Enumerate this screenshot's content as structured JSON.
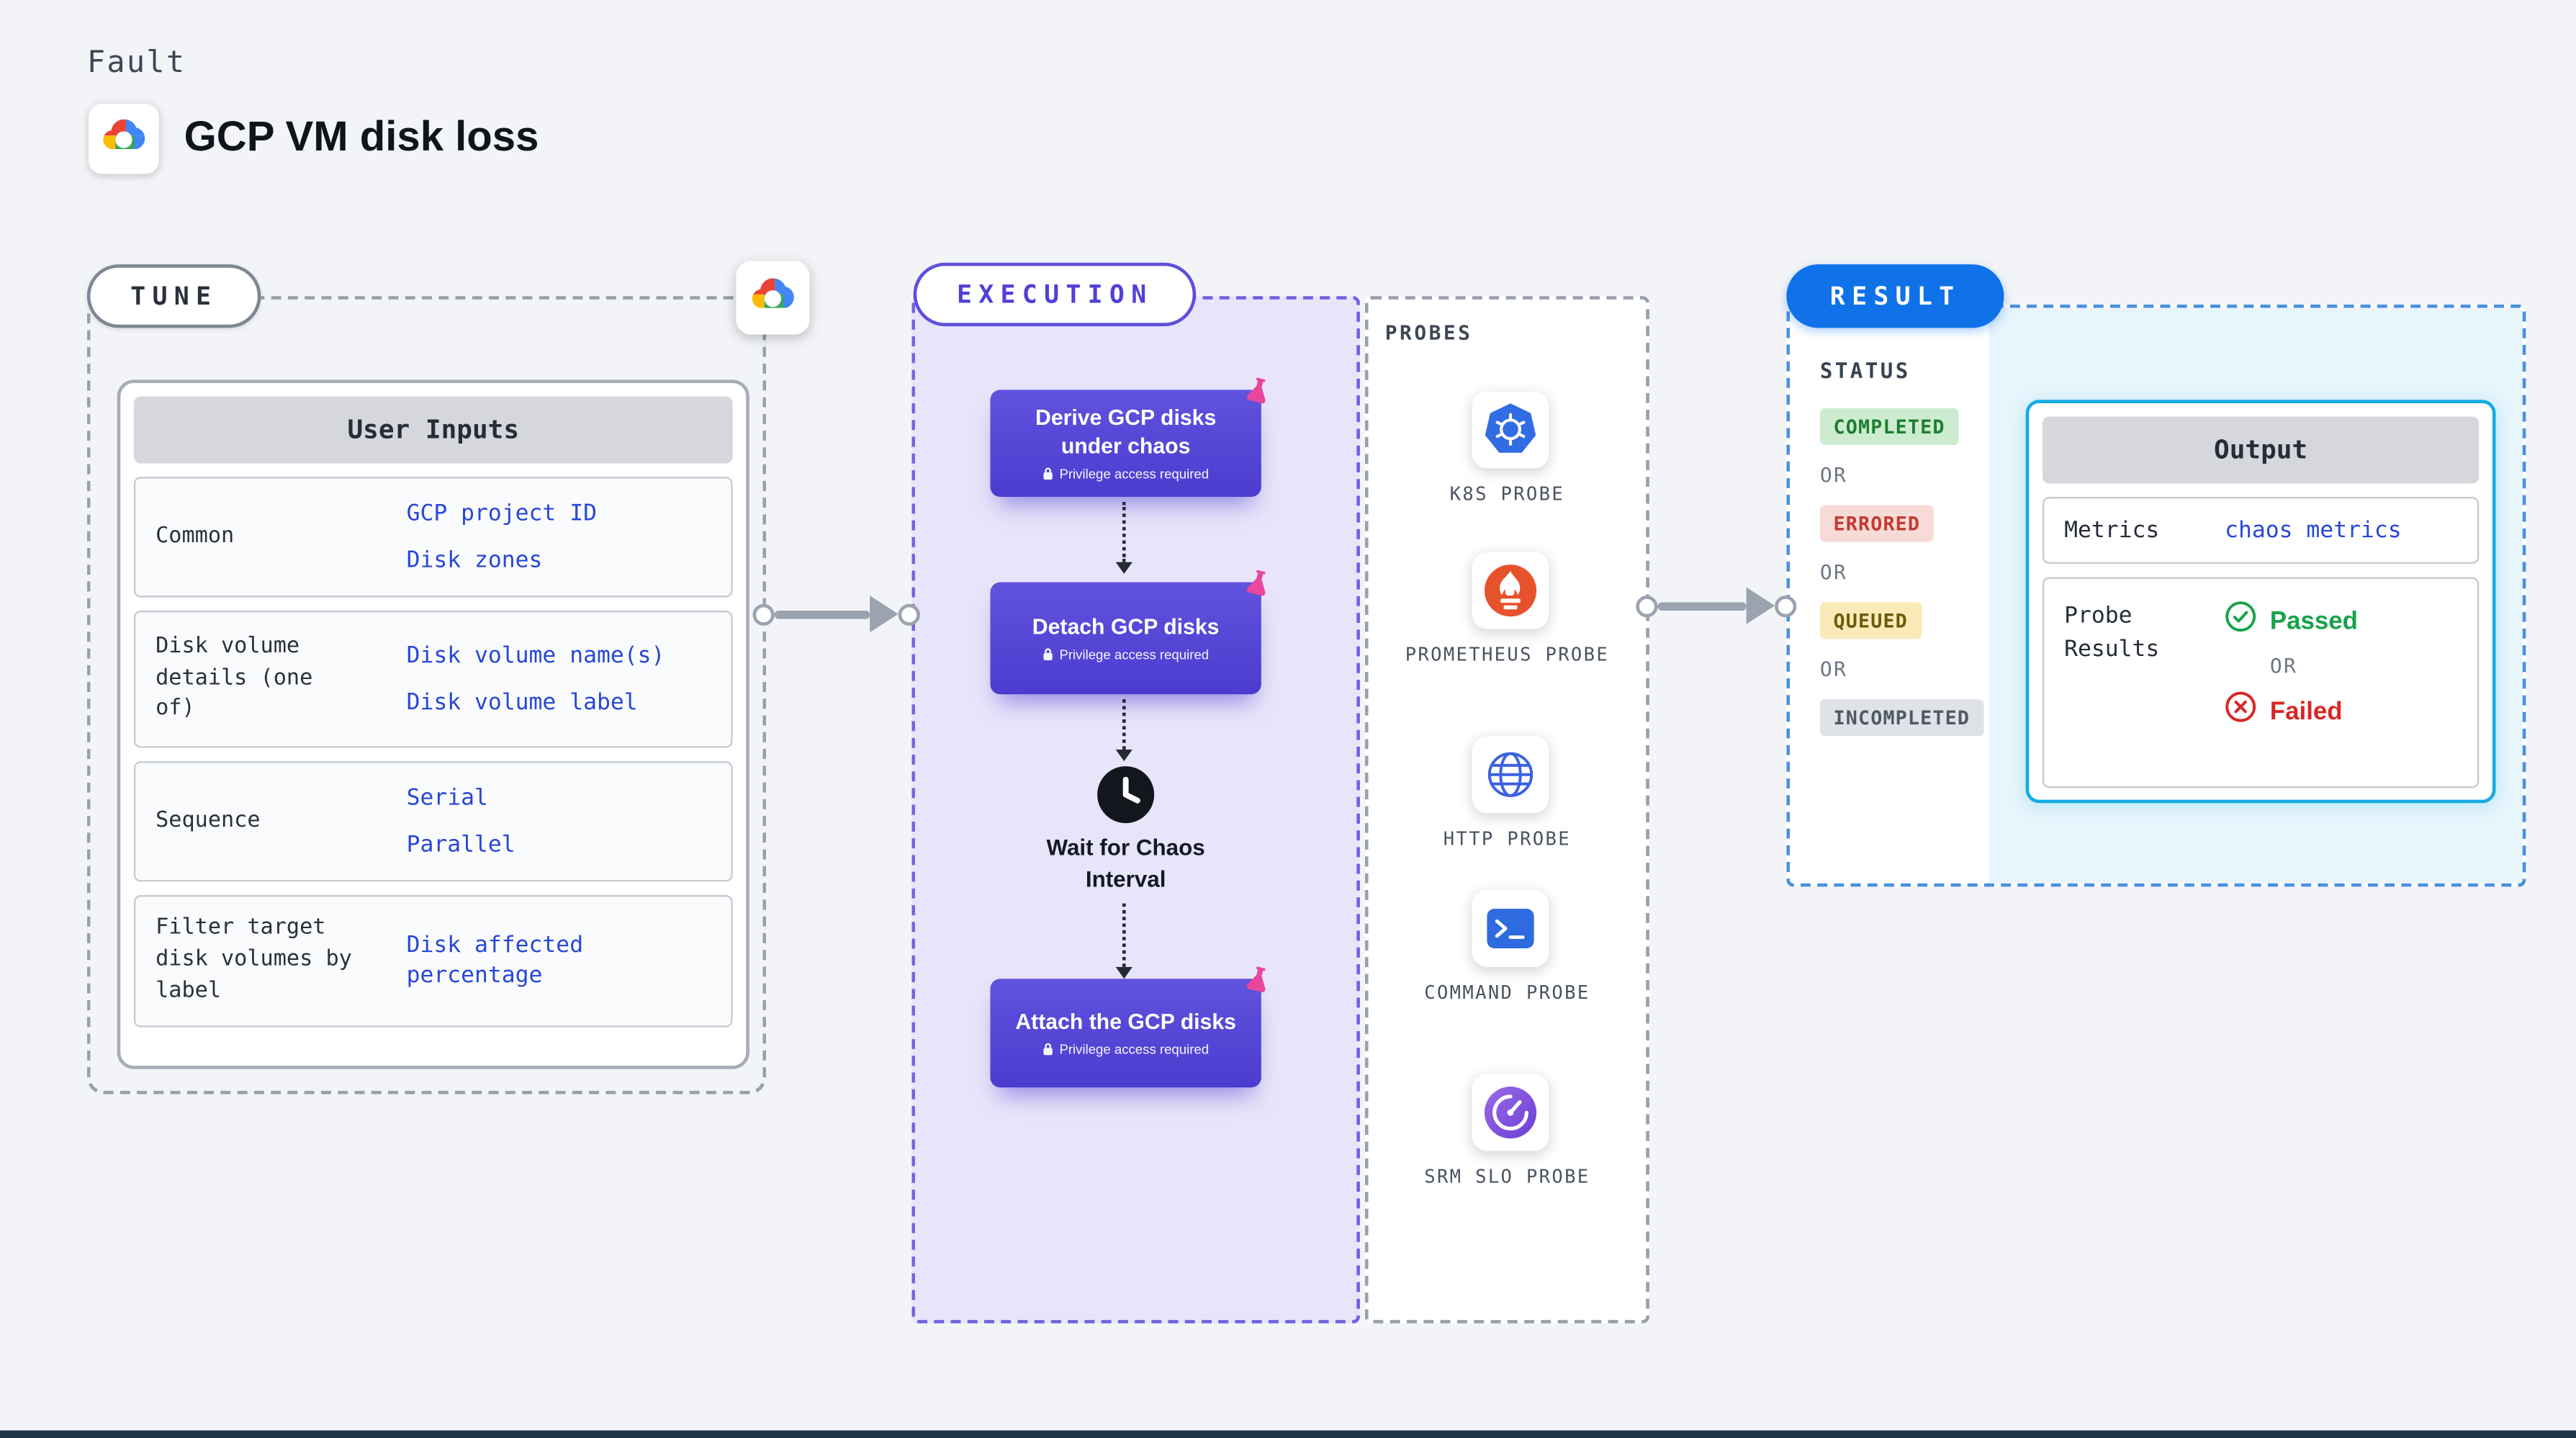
{
  "header": {
    "kicker": "Fault",
    "title": "GCP VM disk loss"
  },
  "tune": {
    "label": "TUNE",
    "table": {
      "header": "User Inputs",
      "rows": [
        {
          "label": "Common",
          "values": [
            "GCP project ID",
            "Disk zones"
          ]
        },
        {
          "label": "Disk volume details (one of)",
          "values": [
            "Disk volume name(s)",
            "Disk volume label"
          ]
        },
        {
          "label": "Sequence",
          "values": [
            "Serial",
            "Parallel"
          ]
        },
        {
          "label": "Filter target disk volumes by label",
          "values": [
            "Disk affected percentage"
          ]
        }
      ]
    }
  },
  "execution": {
    "label": "EXECUTION",
    "steps": [
      {
        "title": "Derive GCP disks under chaos",
        "badge": "Privilege access required"
      },
      {
        "title": "Detach GCP disks",
        "badge": "Privilege access required"
      },
      {
        "title": "Wait for Chaos Interval",
        "type": "wait"
      },
      {
        "title": "Attach the GCP disks",
        "badge": "Privilege access required"
      }
    ]
  },
  "probes": {
    "label": "PROBES",
    "items": [
      {
        "name": "K8S PROBE",
        "icon": "kubernetes"
      },
      {
        "name": "PROMETHEUS PROBE",
        "icon": "prometheus"
      },
      {
        "name": "HTTP PROBE",
        "icon": "globe"
      },
      {
        "name": "COMMAND PROBE",
        "icon": "terminal"
      },
      {
        "name": "SRM SLO PROBE",
        "icon": "srm-slo"
      }
    ]
  },
  "result": {
    "label": "RESULT",
    "status": {
      "label": "STATUS",
      "separator": "OR",
      "badges": [
        {
          "text": "COMPLETED",
          "bg": "#cdeccf",
          "color": "#1e7e32"
        },
        {
          "text": "ERRORED",
          "bg": "#f8dbd7",
          "color": "#c23a31"
        },
        {
          "text": "QUEUED",
          "bg": "#faeab8",
          "color": "#6e5a0a"
        },
        {
          "text": "INCOMPLETED",
          "bg": "#dfe2e7",
          "color": "#4f5966"
        }
      ]
    },
    "output": {
      "header": "Output",
      "metrics_label": "Metrics",
      "metrics_value": "chaos metrics",
      "probe_results_label": "Probe Results",
      "passed": "Passed",
      "or": "OR",
      "failed": "Failed"
    }
  },
  "colors": {
    "page_bg": "#f3f4f7",
    "accent_purple": "#5546d4",
    "flask_pink": "#e8479d",
    "result_blue": "#0f72e8",
    "output_cyan": "#15ace2",
    "value_blue": "#2847d6",
    "passed_green": "#17a34a",
    "failed_red": "#d92626"
  }
}
